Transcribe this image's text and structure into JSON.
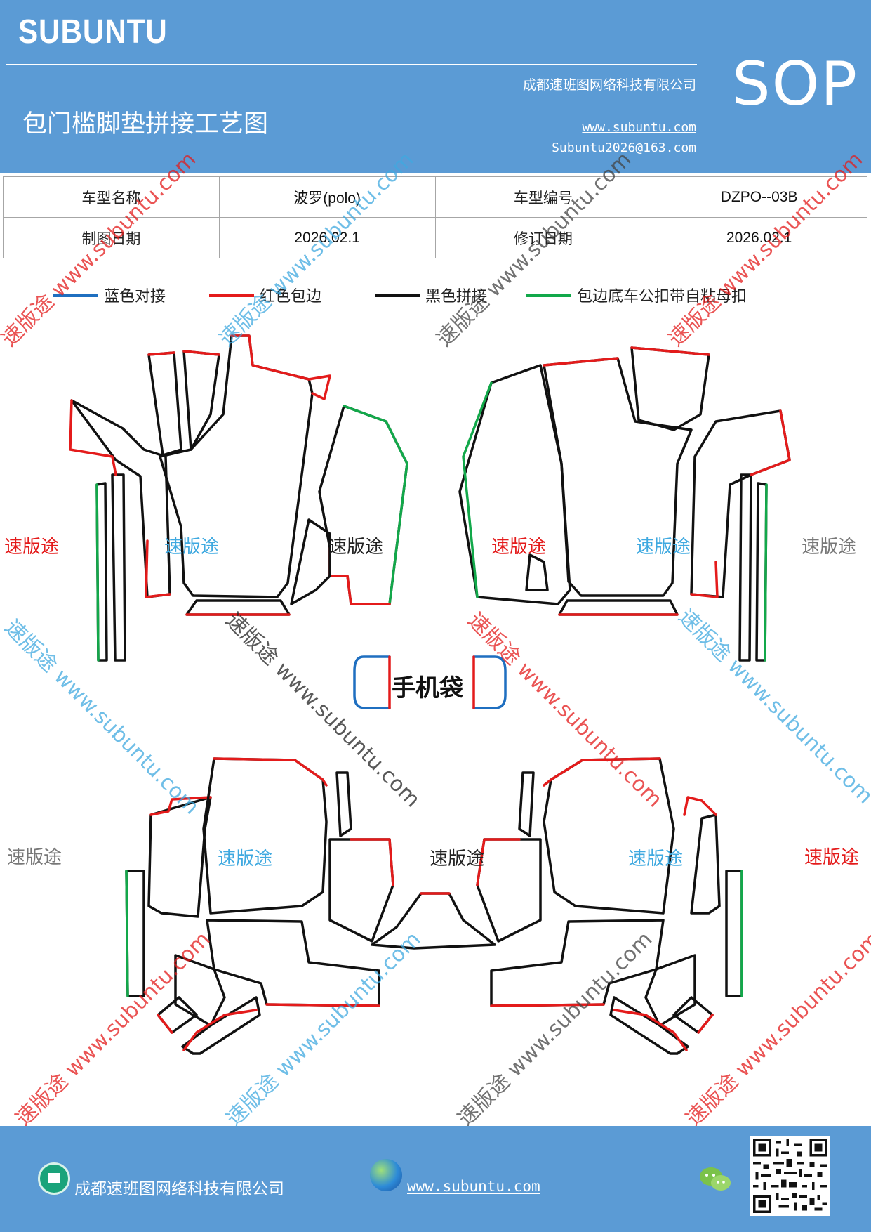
{
  "header": {
    "brand": "SUBUNTU",
    "company": "成都速班图网络科技有限公司",
    "title": "包门槛脚垫拼接工艺图",
    "website": "www.subuntu.com",
    "email": "Subuntu2026@163.com",
    "badge": "SOP"
  },
  "info_table": {
    "rows": [
      [
        "车型名称",
        "波罗(polo)",
        "车型编号",
        "DZPO--03B"
      ],
      [
        "制图日期",
        "2026.02.1",
        "修订日期",
        "2026.02.1"
      ]
    ]
  },
  "legend": [
    {
      "label": "蓝色对接",
      "color": "#1f6fc0"
    },
    {
      "label": "红色包边",
      "color": "#e41b1b"
    },
    {
      "label": "黑色拼接",
      "color": "#111111"
    },
    {
      "label": "包边底车公扣带自粘母扣",
      "color": "#12a84a"
    }
  ],
  "diagram": {
    "phone_bag_label": "手机袋",
    "watermark_cn": "速版途",
    "watermark_url": "www.subuntu.com",
    "watermark_diag": "速版途 www.subuntu.com",
    "colors": {
      "blue": "#1f6fc0",
      "red": "#e41b1b",
      "black": "#111111",
      "green": "#12a84a",
      "light_blue": "#3fa9e0",
      "gray": "#777777"
    }
  },
  "footer": {
    "company": "成都速班图网络科技有限公司",
    "website": "www.subuntu.com",
    "icons": [
      "home-icon",
      "globe-icon",
      "wechat-icon",
      "qr-code"
    ]
  }
}
